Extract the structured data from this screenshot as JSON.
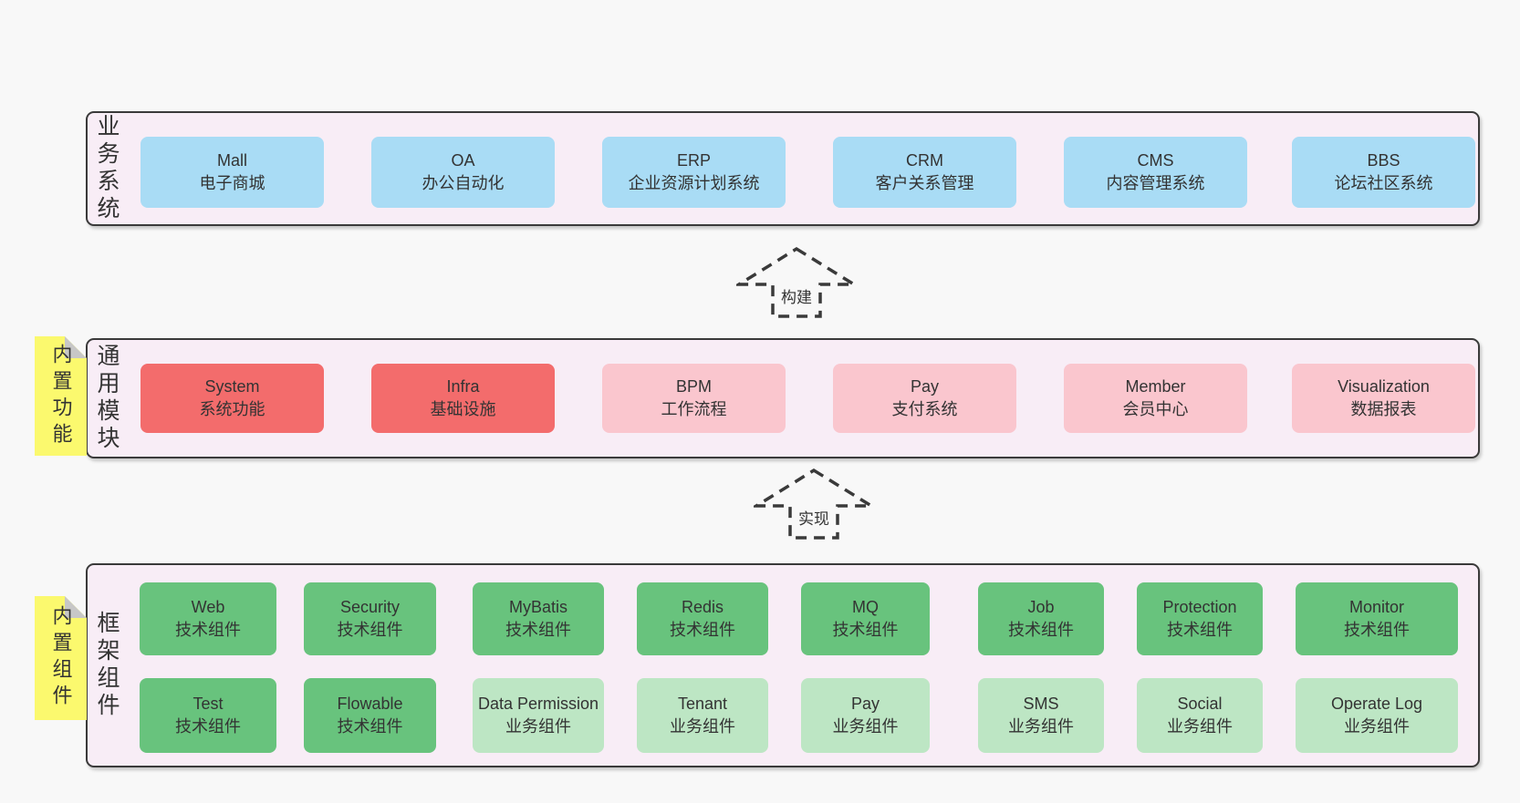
{
  "colors": {
    "page_bg": "#f8f8f8",
    "band_bg": "#f8edf6",
    "band_border": "#3a3a3a",
    "blue_box": "#a9dcf5",
    "red_box": "#f36c6c",
    "pink_box": "#fac6ce",
    "green_box": "#68c37d",
    "light_green_box": "#bde6c4",
    "sticky_yellow": "#fbf96e",
    "sticky_fold_gray": "#c7c7c7",
    "text": "#333333"
  },
  "business_band": {
    "label": "业务系统",
    "boxes": [
      {
        "title": "Mall",
        "subtitle": "电子商城"
      },
      {
        "title": "OA",
        "subtitle": "办公自动化"
      },
      {
        "title": "ERP",
        "subtitle": "企业资源计划系统"
      },
      {
        "title": "CRM",
        "subtitle": "客户关系管理"
      },
      {
        "title": "CMS",
        "subtitle": "内容管理系统"
      },
      {
        "title": "BBS",
        "subtitle": "论坛社区系统"
      }
    ]
  },
  "module_band": {
    "label": "通用模块",
    "sticky": "内置功能",
    "boxes": [
      {
        "title": "System",
        "subtitle": "系统功能"
      },
      {
        "title": "Infra",
        "subtitle": "基础设施"
      },
      {
        "title": "BPM",
        "subtitle": "工作流程"
      },
      {
        "title": "Pay",
        "subtitle": "支付系统"
      },
      {
        "title": "Member",
        "subtitle": "会员中心"
      },
      {
        "title": "Visualization",
        "subtitle": "数据报表"
      }
    ]
  },
  "framework_band": {
    "label": "框架组件",
    "sticky": "内置组件",
    "row1": [
      {
        "title": "Web",
        "subtitle": "技术组件"
      },
      {
        "title": "Security",
        "subtitle": "技术组件"
      },
      {
        "title": "MyBatis",
        "subtitle": "技术组件"
      },
      {
        "title": "Redis",
        "subtitle": "技术组件"
      },
      {
        "title": "MQ",
        "subtitle": "技术组件"
      },
      {
        "title": "Job",
        "subtitle": "技术组件"
      },
      {
        "title": "Protection",
        "subtitle": "技术组件"
      },
      {
        "title": "Monitor",
        "subtitle": "技术组件"
      }
    ],
    "row2": [
      {
        "title": "Test",
        "subtitle": "技术组件"
      },
      {
        "title": "Flowable",
        "subtitle": "技术组件"
      },
      {
        "title": "Data Permission",
        "subtitle": "业务组件"
      },
      {
        "title": "Tenant",
        "subtitle": "业务组件"
      },
      {
        "title": "Pay",
        "subtitle": "业务组件"
      },
      {
        "title": "SMS",
        "subtitle": "业务组件"
      },
      {
        "title": "Social",
        "subtitle": "业务组件"
      },
      {
        "title": "Operate Log",
        "subtitle": "业务组件"
      }
    ]
  },
  "arrows": {
    "build": "构建",
    "implement": "实现"
  }
}
